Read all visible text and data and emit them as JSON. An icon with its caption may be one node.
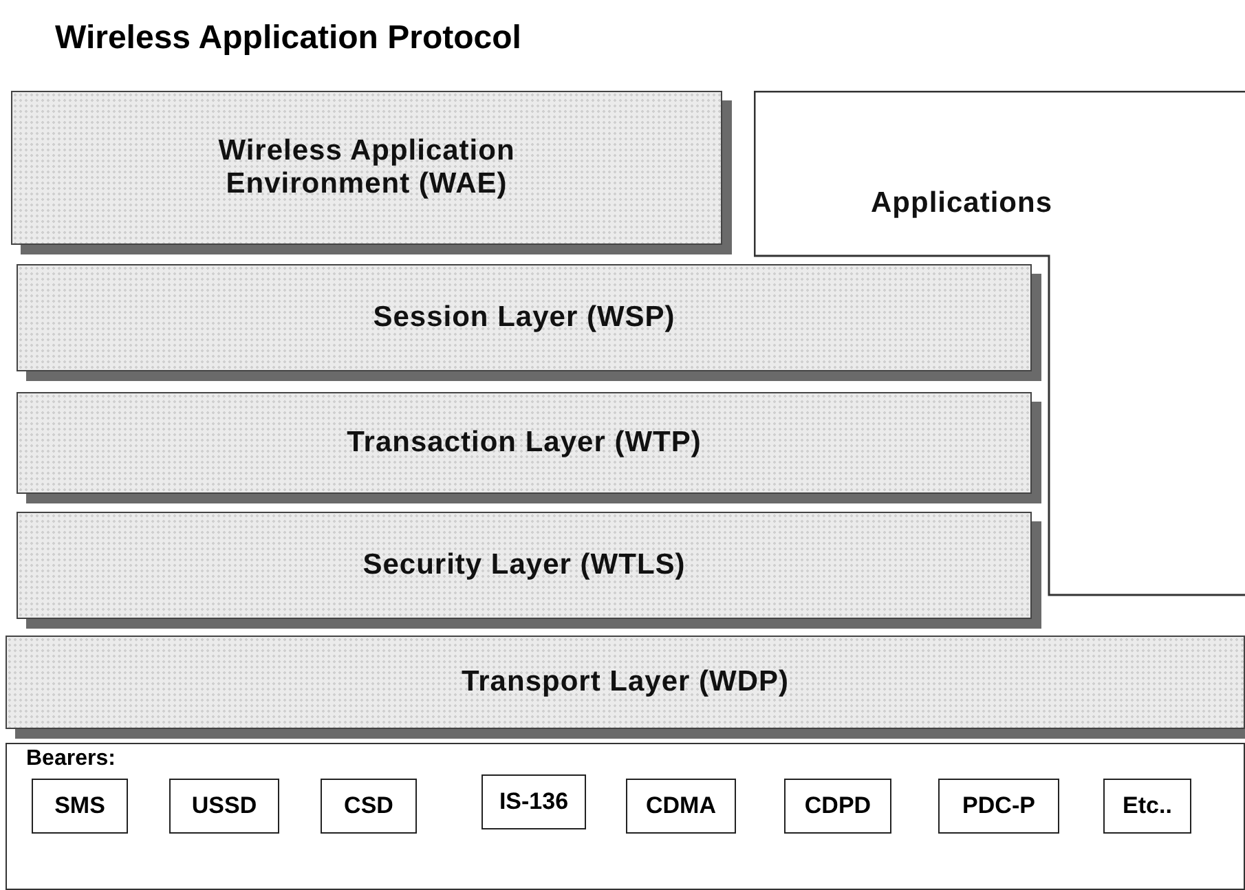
{
  "diagram": {
    "title": "Wireless Application Protocol",
    "nodes": [
      {
        "text": [
          "Wireless Application Environment (WAE)"
        ]
      },
      {
        "text": [
          "Applications"
        ]
      },
      {
        "text": [
          "Session Layer (WSP)"
        ]
      },
      {
        "text": [
          "Transaction Layer (WTP)"
        ]
      },
      {
        "text": [
          "Security Layer (WTLS)"
        ]
      },
      {
        "text": [
          "Transport Layer (WDP)"
        ]
      },
      {
        "text": [
          "Bearers:"
        ]
      },
      {
        "text": [
          "SMS"
        ],
        "in": 6
      },
      {
        "text": [
          "USSD"
        ],
        "in": 6
      },
      {
        "text": [
          "CSD"
        ],
        "in": 6
      },
      {
        "text": [
          "IS-136"
        ],
        "in": 6
      },
      {
        "text": [
          "CDMA"
        ],
        "in": 6
      },
      {
        "text": [
          "CDPD"
        ],
        "in": 6
      },
      {
        "text": [
          "PDC-P"
        ],
        "in": 6
      },
      {
        "text": [
          "Etc.."
        ],
        "in": 6
      }
    ]
  }
}
